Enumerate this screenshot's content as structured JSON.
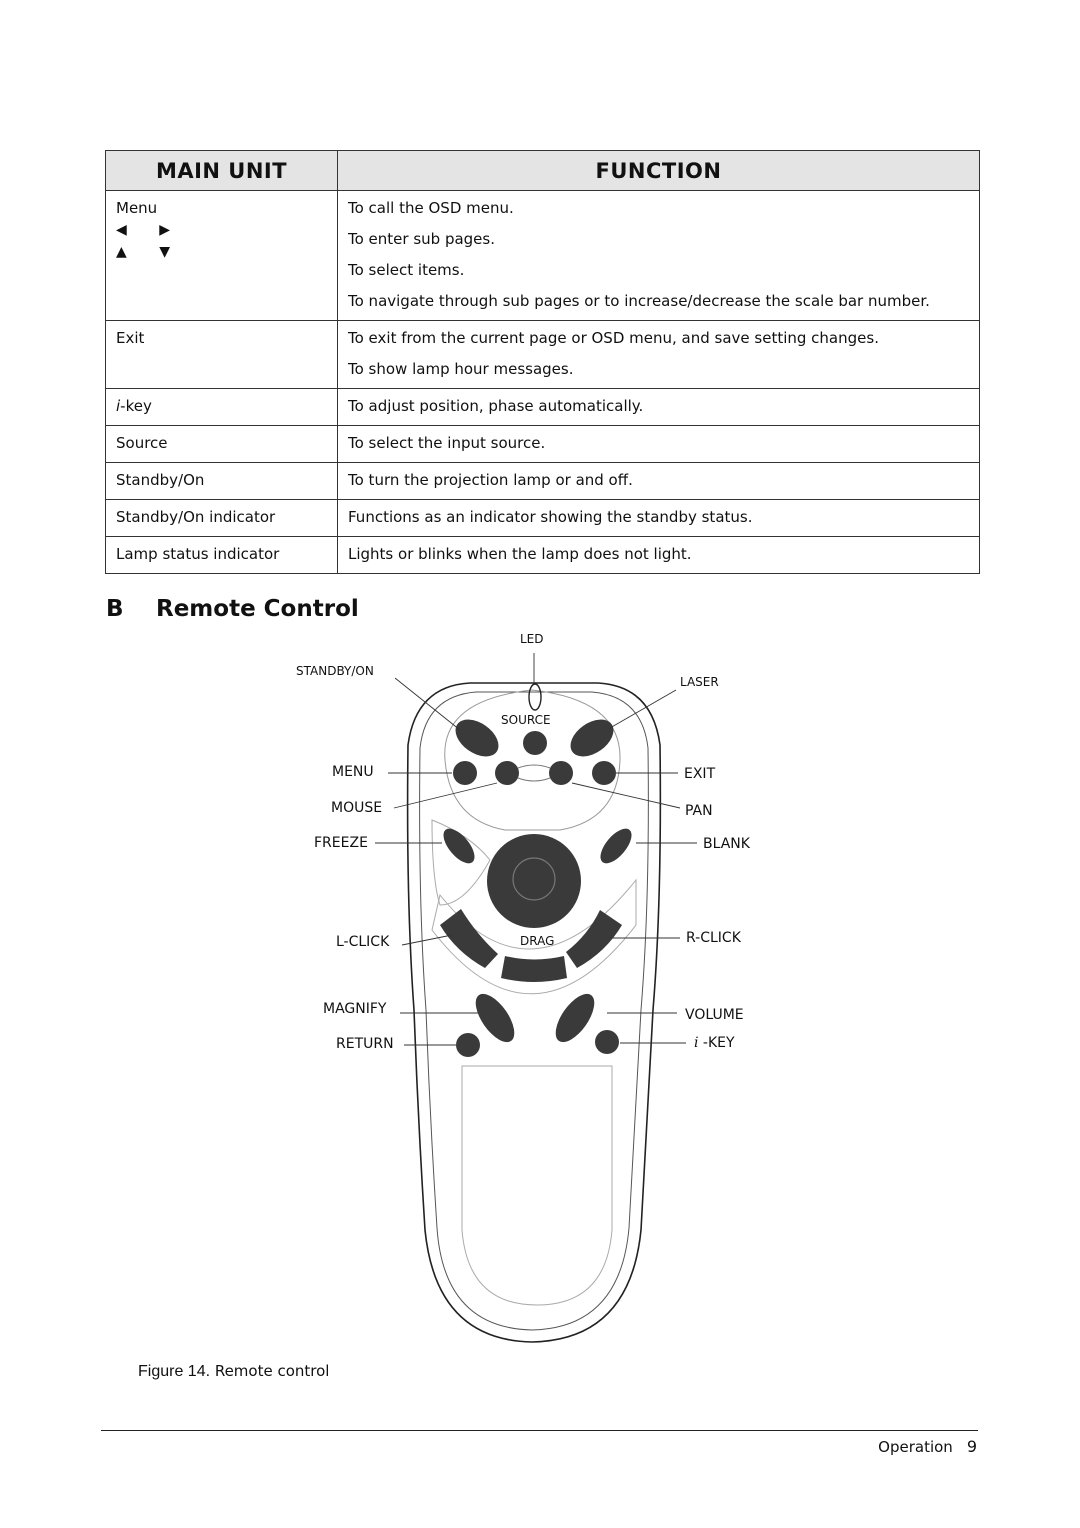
{
  "table": {
    "headers": {
      "main_unit": "MAIN UNIT",
      "function": "FUNCTION"
    },
    "rows": [
      {
        "unit": "Menu",
        "functions": [
          "To call the OSD menu.",
          "To enter sub pages.",
          "To select items.",
          "To navigate through sub pages or to increase/decrease the scale bar number."
        ]
      },
      {
        "unit": "Exit",
        "functions": [
          "To exit from the current page or OSD menu, and save setting changes.",
          "To show lamp hour messages."
        ]
      },
      {
        "unit_italic": "i",
        "unit": "-key",
        "functions": [
          "To adjust position, phase automatically."
        ]
      },
      {
        "unit": "Source",
        "functions": [
          "To select the input source."
        ]
      },
      {
        "unit": "Standby/On",
        "functions": [
          "To turn the projection lamp or and off."
        ]
      },
      {
        "unit": "Standby/On indicator",
        "functions": [
          "Functions as an indicator showing the standby status."
        ]
      },
      {
        "unit": "Lamp status indicator",
        "functions": [
          "Lights or blinks when the lamp does not light."
        ]
      }
    ],
    "arrow_symbols": {
      "left_right": "◀ ▶",
      "up_down": "▲ ▼"
    }
  },
  "section": {
    "letter": "B",
    "title": "Remote Control"
  },
  "remote_labels": {
    "led": "LED",
    "standby_on": "STANDBY/ON",
    "laser": "LASER",
    "source": "SOURCE",
    "menu": "MENU",
    "exit": "EXIT",
    "mouse": "MOUSE",
    "pan": "PAN",
    "freeze": "FREEZE",
    "blank": "BLANK",
    "l_click": "L-CLICK",
    "drag": "DRAG",
    "r_click": "R-CLICK",
    "magnify": "MAGNIFY",
    "volume": "VOLUME",
    "return": "RETURN",
    "i_key_italic": "i",
    "i_key": " -KEY"
  },
  "caption": {
    "figure": "Figure 14.",
    "text": "Remote control"
  },
  "footer": {
    "section": "Operation",
    "page": "9"
  },
  "colors": {
    "button_fill": "#3a3a3a",
    "outline": "#222222",
    "header_bg": "#e4e4e4"
  }
}
